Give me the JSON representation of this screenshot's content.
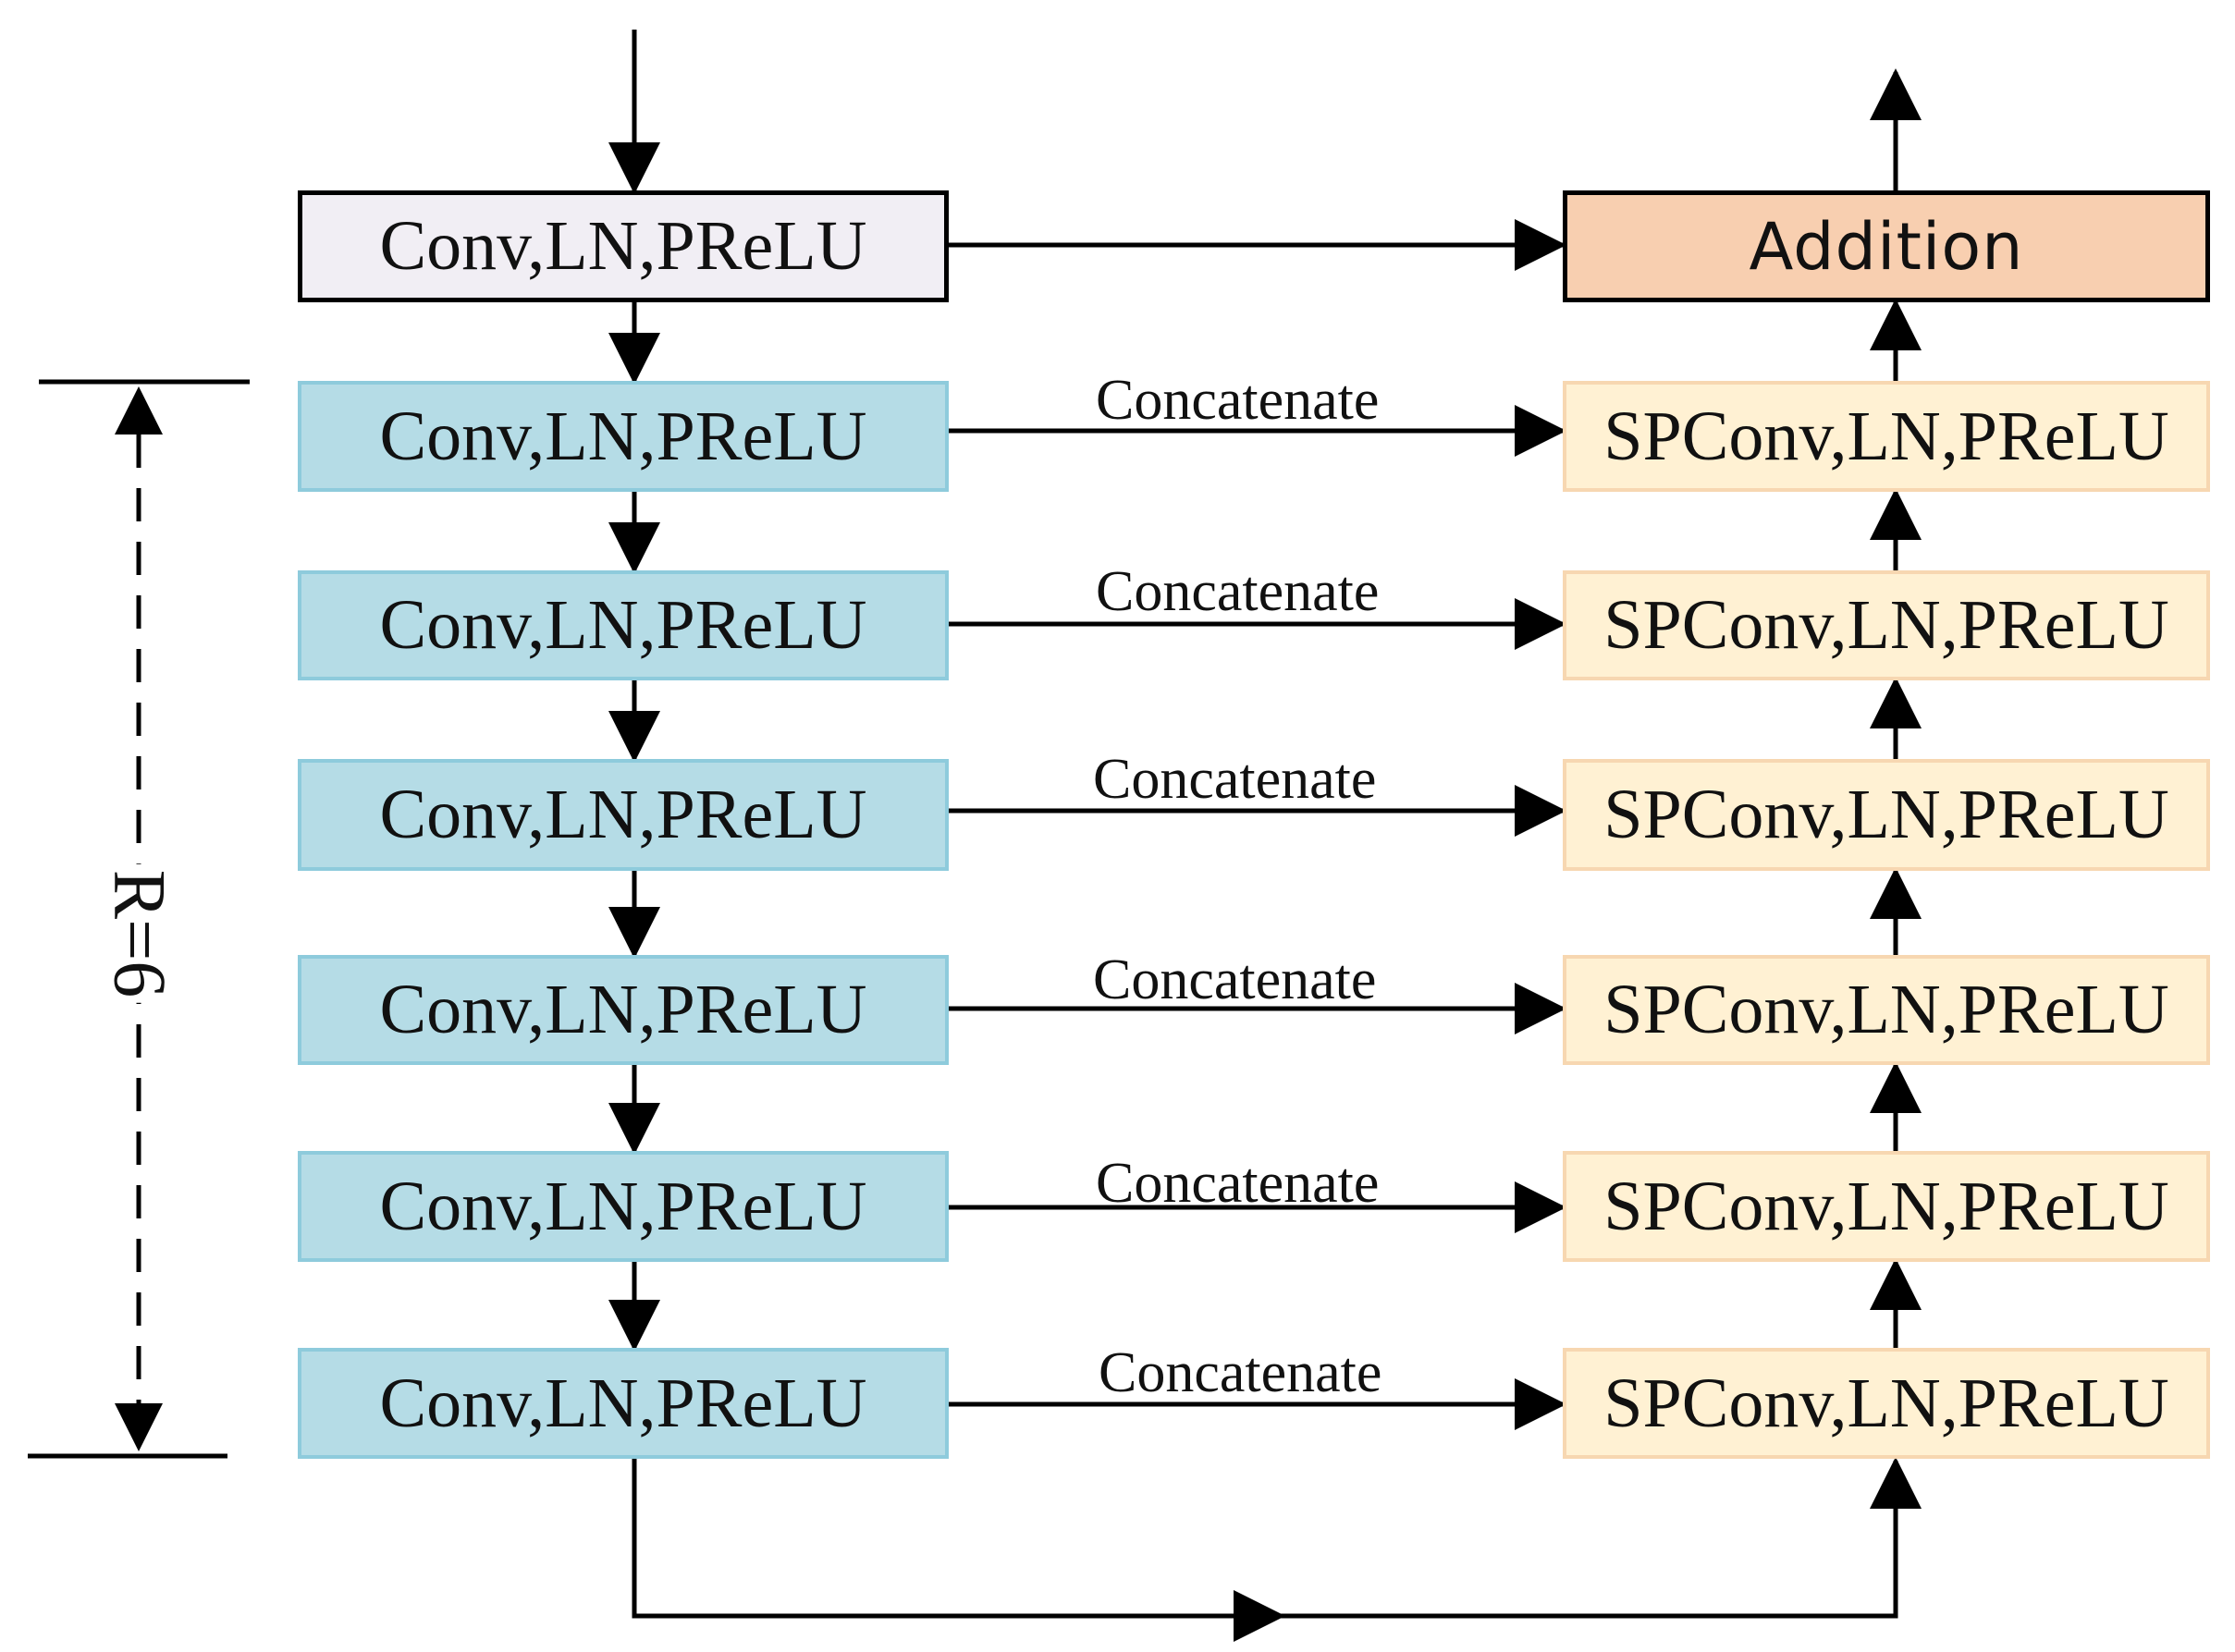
{
  "top_block": {
    "label": "Conv,LN,PReLU"
  },
  "addition_block": {
    "label": "Addition"
  },
  "encoder_blocks": [
    {
      "label": "Conv,LN,PReLU"
    },
    {
      "label": "Conv,LN,PReLU"
    },
    {
      "label": "Conv,LN,PReLU"
    },
    {
      "label": "Conv,LN,PReLU"
    },
    {
      "label": "Conv,LN,PReLU"
    },
    {
      "label": "Conv,LN,PReLU"
    }
  ],
  "decoder_blocks": [
    {
      "label": "SPConv,LN,PReLU"
    },
    {
      "label": "SPConv,LN,PReLU"
    },
    {
      "label": "SPConv,LN,PReLU"
    },
    {
      "label": "SPConv,LN,PReLU"
    },
    {
      "label": "SPConv,LN,PReLU"
    },
    {
      "label": "SPConv,LN,PReLU"
    }
  ],
  "skip_labels": [
    "Concatenate",
    "Concatenate",
    "Concatenate",
    "Concatenate",
    "Concatenate",
    "Concatenate"
  ],
  "repeat_label": "R=6",
  "colors": {
    "top_fill": "#f1eef4",
    "addition_fill": "#f8cfb0",
    "encoder_fill": "#b5dce6",
    "encoder_border": "#8ecbdc",
    "decoder_fill": "#fff1d3",
    "decoder_border": "#f7d7b1",
    "line": "#000000"
  }
}
